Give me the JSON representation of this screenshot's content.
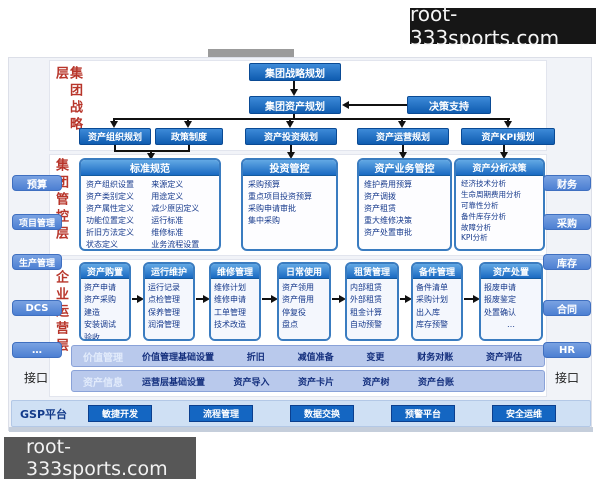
{
  "watermarks": {
    "top": "root-333sports.com",
    "bottom": "root-333sports.com"
  },
  "strategy": {
    "layer_label": "集团战略层",
    "top_box": "集团战略规划",
    "asset_box": "集团资产规划",
    "support_box": "决策支持",
    "planning_boxes": [
      "资产组织规划",
      "政策制度",
      "资产投资规划",
      "资产运营规划",
      "资产KPI规划"
    ]
  },
  "control": {
    "layer_label": "集团管控层",
    "standards": {
      "title": "标准规范",
      "col1": [
        "资产组织设置",
        "资产类别定义",
        "资产属性定义",
        "功能位置定义",
        "折旧方法定义",
        "状态定义"
      ],
      "col2": [
        "来源定义",
        "用途定义",
        "减少原因定义",
        "运行标准",
        "维修标准",
        "业务流程设置"
      ]
    },
    "investment": {
      "title": "投资管控",
      "items": [
        "采购预算",
        "重点项目投资预算",
        "采购申请审批",
        "集中采购"
      ]
    },
    "business": {
      "title": "资产业务管控",
      "items": [
        "维护费用预算",
        "资产调拨",
        "资产租赁",
        "重大维修决策",
        "资产处置审批"
      ]
    },
    "analysis": {
      "title": "资产分析决策",
      "items": [
        "经济技术分析",
        "生命周期费用分析",
        "可靠性分析",
        "备件库存分析",
        "故障分析",
        "KPI分析"
      ]
    }
  },
  "operations": {
    "layer_label": "企业运营层",
    "boxes": [
      {
        "title": "资产购置",
        "items": [
          "资产申请",
          "资产采购",
          "建造",
          "安装调试",
          "验收"
        ]
      },
      {
        "title": "运行维护",
        "items": [
          "运行记录",
          "点检管理",
          "保养管理",
          "润滑管理",
          "…"
        ]
      },
      {
        "title": "维修管理",
        "items": [
          "维修计划",
          "维修申请",
          "工单管理",
          "技术改造",
          "…"
        ]
      },
      {
        "title": "日常使用",
        "items": [
          "资产领用",
          "资产借用",
          "停复役",
          "盘点",
          "…"
        ]
      },
      {
        "title": "租赁管理",
        "items": [
          "内部租赁",
          "外部租赁",
          "租金计算",
          "自动预警",
          "…"
        ]
      },
      {
        "title": "备件管理",
        "items": [
          "备件清单",
          "采购计划",
          "出入库",
          "库存预警",
          "…"
        ]
      },
      {
        "title": "资产处置",
        "items": [
          "报废申请",
          "报废鉴定",
          "处置确认",
          "…"
        ]
      }
    ],
    "value_row": {
      "label": "价值管理",
      "items": [
        "价值管理基础设置",
        "折旧",
        "减值准备",
        "变更",
        "财务对账",
        "资产评估"
      ]
    },
    "info_row": {
      "label": "资产信息",
      "items": [
        "运营层基础设置",
        "资产导入",
        "资产卡片",
        "资产树",
        "资产台账"
      ]
    }
  },
  "platform": {
    "label": "GSP平台",
    "buttons": [
      "敏捷开发",
      "流程管理",
      "数据交换",
      "预警平台",
      "安全运维"
    ]
  },
  "left_sidebar": {
    "items": [
      "预算",
      "项目管理",
      "生产管理",
      "DCS",
      "…"
    ],
    "interface_label": "接口"
  },
  "right_sidebar": {
    "items": [
      "财务",
      "采购",
      "库存",
      "合同",
      "HR"
    ],
    "interface_label": "接口"
  },
  "colors": {
    "deep_blue": "#0f5cb0",
    "header_blue": "#1a6ac2",
    "sidebar_blue": "#4c7fd2",
    "row_blue": "#b9c9ec",
    "platform_bg": "#cfe0f4",
    "label_red": "#b8352a"
  }
}
